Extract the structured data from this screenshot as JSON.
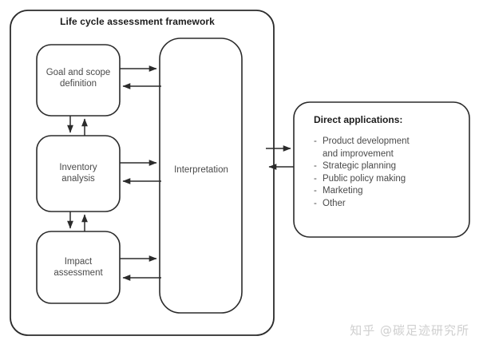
{
  "diagram": {
    "title": "Life cycle assessment framework",
    "boxes": {
      "goal_scope": "Goal and scope\ndefinition",
      "inventory": "Inventory\nanalysis",
      "impact": "Impact\nassessment",
      "interpretation": "Interpretation"
    },
    "applications": {
      "title": "Direct applications:",
      "bullet": "-",
      "items": [
        "Product development\nand improvement",
        "Strategic planning",
        "Public policy making",
        "Marketing",
        "Other"
      ]
    },
    "colors": {
      "stroke": "#2b2b2b",
      "text": "#4a4a4a",
      "heading": "#1c1c1c",
      "background": "#ffffff",
      "watermark": "#cfcfcf"
    }
  },
  "watermark": {
    "text": "知乎 @碳足迹研究所"
  }
}
